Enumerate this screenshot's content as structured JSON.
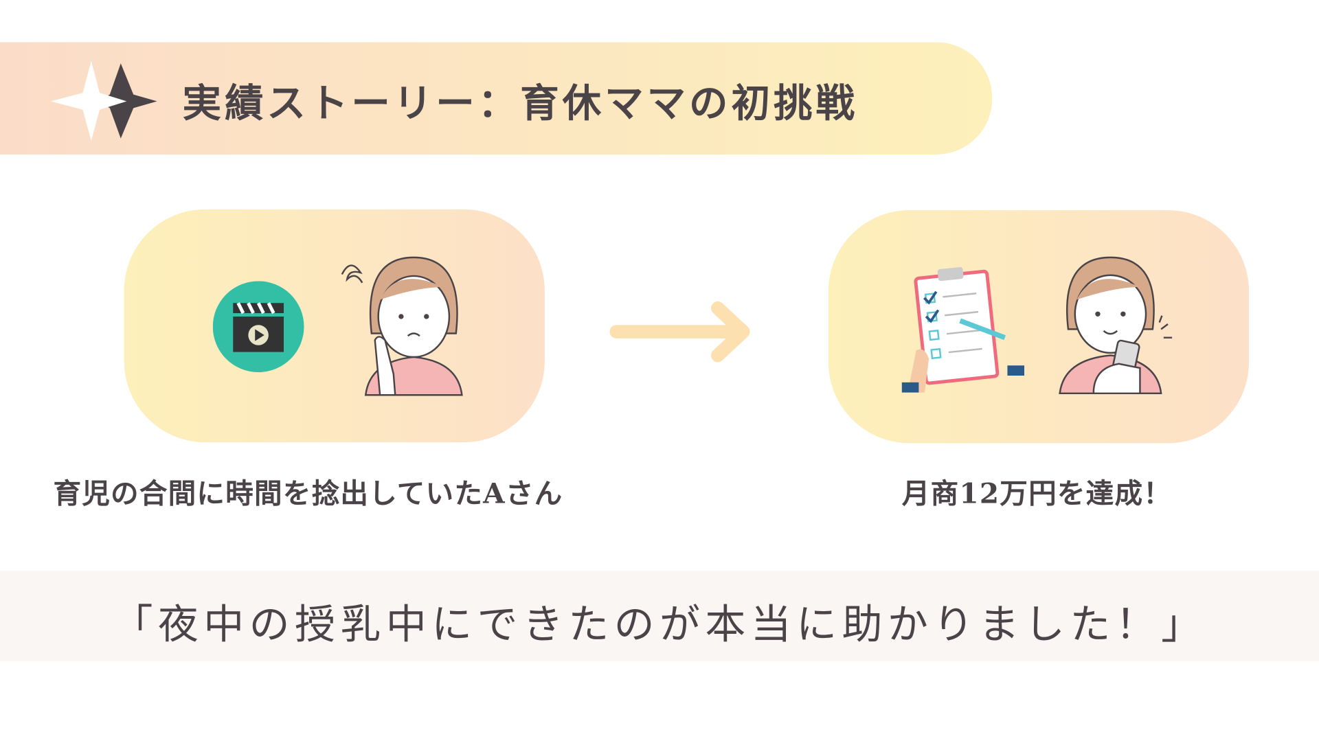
{
  "header": {
    "title": "実績ストーリー：育休ママの初挑戦"
  },
  "story": {
    "before_caption": "育児の合間に時間を捻出していたAさん",
    "after_caption": "月商12万円を達成！"
  },
  "quote": "「夜中の授乳中にできたのが本当に助かりました！」",
  "colors": {
    "text": "#4a4448",
    "arrow": "#fce0b0",
    "video_icon": "#33bfa6",
    "banner_left": "#fbdcc8",
    "banner_right": "#fdf0bb"
  }
}
